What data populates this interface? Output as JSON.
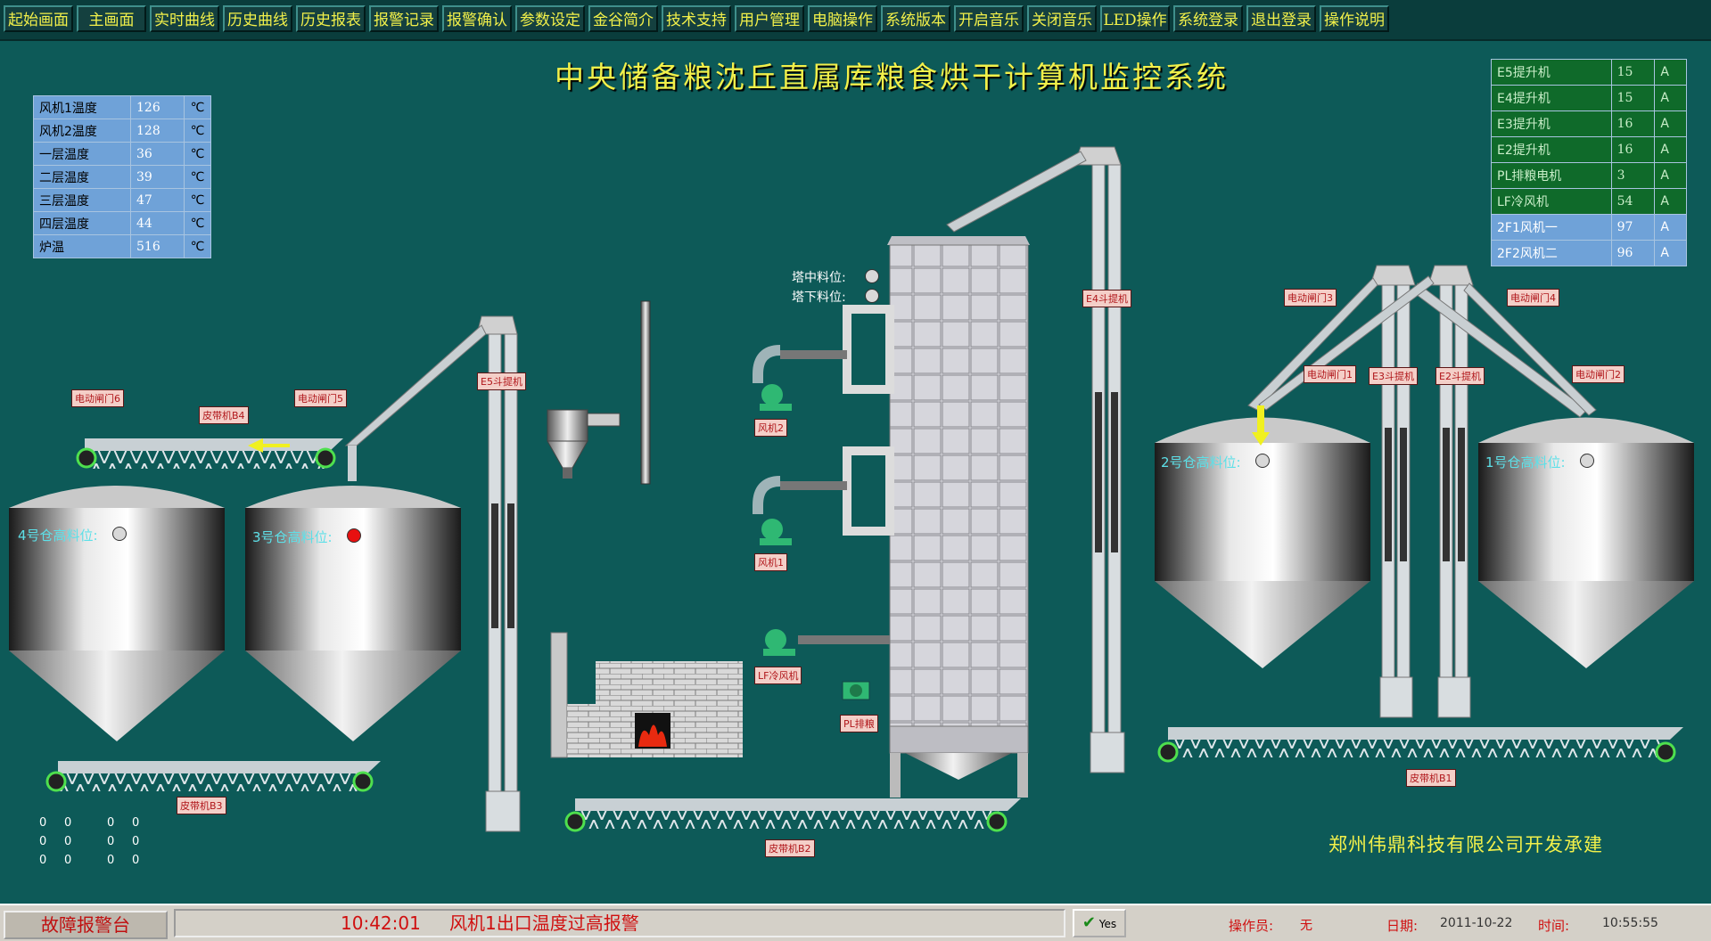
{
  "nav": [
    "起始画面",
    "主画面",
    "实时曲线",
    "历史曲线",
    "历史报表",
    "报警记录",
    "报警确认",
    "参数设定",
    "金谷简介",
    "技术支持",
    "用户管理",
    "电脑操作",
    "系统版本",
    "开启音乐",
    "关闭音乐",
    "LED操作",
    "系统登录",
    "退出登录",
    "操作说明"
  ],
  "title": "中央储备粮沈丘直属库粮食烘干计算机监控系统",
  "temperatures": [
    {
      "label": "风机1温度",
      "value": "126",
      "unit": "℃"
    },
    {
      "label": "风机2温度",
      "value": "128",
      "unit": "℃"
    },
    {
      "label": "一层温度",
      "value": "36",
      "unit": "℃"
    },
    {
      "label": "二层温度",
      "value": "39",
      "unit": "℃"
    },
    {
      "label": "三层温度",
      "value": "47",
      "unit": "℃"
    },
    {
      "label": "四层温度",
      "value": "44",
      "unit": "℃"
    },
    {
      "label": "炉温",
      "value": "516",
      "unit": "℃"
    }
  ],
  "currents": [
    {
      "label": "E5提升机",
      "value": "15",
      "unit": "A",
      "group": "g"
    },
    {
      "label": "E4提升机",
      "value": "15",
      "unit": "A",
      "group": "g"
    },
    {
      "label": "E3提升机",
      "value": "16",
      "unit": "A",
      "group": "g"
    },
    {
      "label": "E2提升机",
      "value": "16",
      "unit": "A",
      "group": "g"
    },
    {
      "label": "PL排粮电机",
      "value": "3",
      "unit": "A",
      "group": "g"
    },
    {
      "label": "LF冷风机",
      "value": "54",
      "unit": "A",
      "group": "g"
    },
    {
      "label": "2F1风机一",
      "value": "97",
      "unit": "A",
      "group": "b"
    },
    {
      "label": "2F2风机二",
      "value": "96",
      "unit": "A",
      "group": "b"
    }
  ],
  "equipment": {
    "valve6": "电动闸门6",
    "belt_b4": "皮带机B4",
    "valve5": "电动闸门5",
    "e5": "E5斗提机",
    "tower_mid": "塔中料位:",
    "tower_low": "塔下料位:",
    "fan2": "风机2",
    "fan1": "风机1",
    "lf_fan": "LF冷风机",
    "pl_discharge": "PL排粮",
    "e4": "E4斗提机",
    "valve3": "电动闸门3",
    "valve4": "电动闸门4",
    "valve1": "电动闸门1",
    "e3": "E3斗提机",
    "e2": "E2斗提机",
    "valve2": "电动闸门2",
    "belt_b3": "皮带机B3",
    "belt_b2": "皮带机B2",
    "belt_b1": "皮带机B1"
  },
  "silos": {
    "s4": "4号仓高料位:",
    "s3": "3号仓高料位:",
    "s2": "2号仓高料位:",
    "s1": "1号仓高料位:"
  },
  "counters": [
    "0",
    "0",
    "0",
    "0",
    "0",
    "0",
    "0",
    "0",
    "0",
    "0",
    "0",
    "0"
  ],
  "company": "郑州伟鼎科技有限公司开发承建",
  "footer": {
    "fault_title": "故障报警台",
    "alarm_time": "10:42:01",
    "alarm_text": "风机1出口温度过高报警",
    "yes_label": "Yes",
    "operator_label": "操作员:",
    "operator": "无",
    "date_label": "日期:",
    "date": "2011-10-22",
    "time_label": "时间:",
    "time": "10:55:55"
  },
  "colors": {
    "background": "#0d5a58",
    "title": "#f2f04a",
    "alarm": "#d01010",
    "fan": "#2fb873",
    "flame": "#e82a10"
  }
}
